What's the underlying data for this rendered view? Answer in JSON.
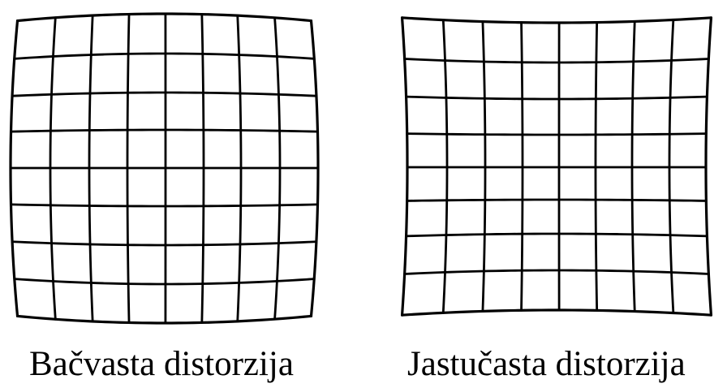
{
  "panels": [
    {
      "id": "barrel",
      "caption": "Bačvasta distorzija"
    },
    {
      "id": "pincushion",
      "caption": "Jastučasta distorzija"
    }
  ],
  "colors": {
    "background": "#ffffff",
    "line": "#000000"
  }
}
